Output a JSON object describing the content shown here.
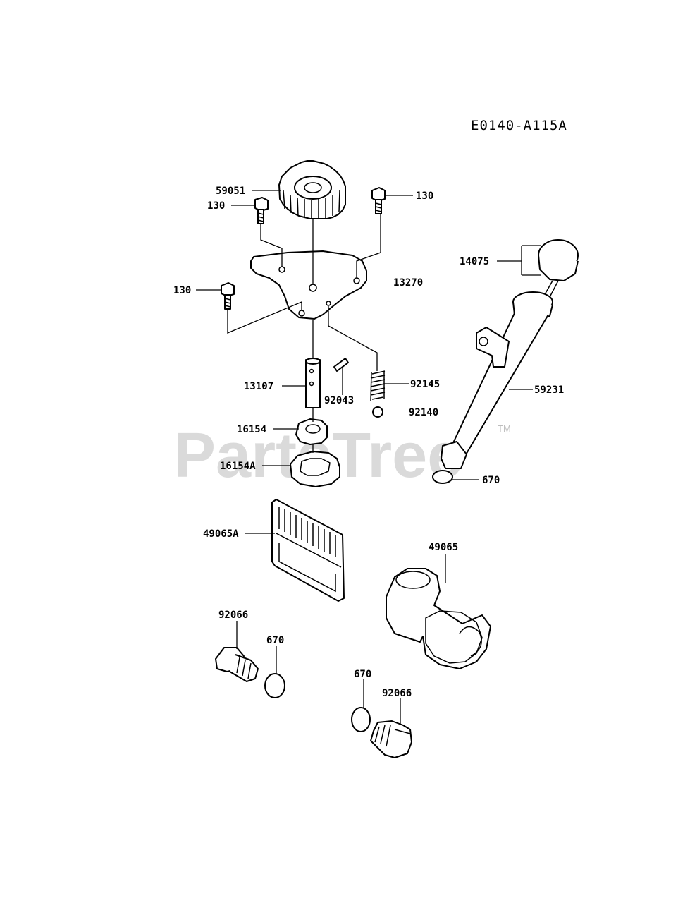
{
  "diagram_code": "E0140-A115A",
  "watermark": "PartsTree",
  "watermark_tm": "TM",
  "labels": {
    "p59051": "59051",
    "p130_a": "130",
    "p130_b": "130",
    "p130_c": "130",
    "p13270": "13270",
    "p14075": "14075",
    "p13107": "13107",
    "p92043": "92043",
    "p92145": "92145",
    "p92140": "92140",
    "p59231": "59231",
    "p16154": "16154",
    "p16154A": "16154A",
    "p670_a": "670",
    "p49065A": "49065A",
    "p49065": "49065",
    "p92066_a": "92066",
    "p670_b": "670",
    "p670_c": "670",
    "p92066_b": "92066"
  }
}
